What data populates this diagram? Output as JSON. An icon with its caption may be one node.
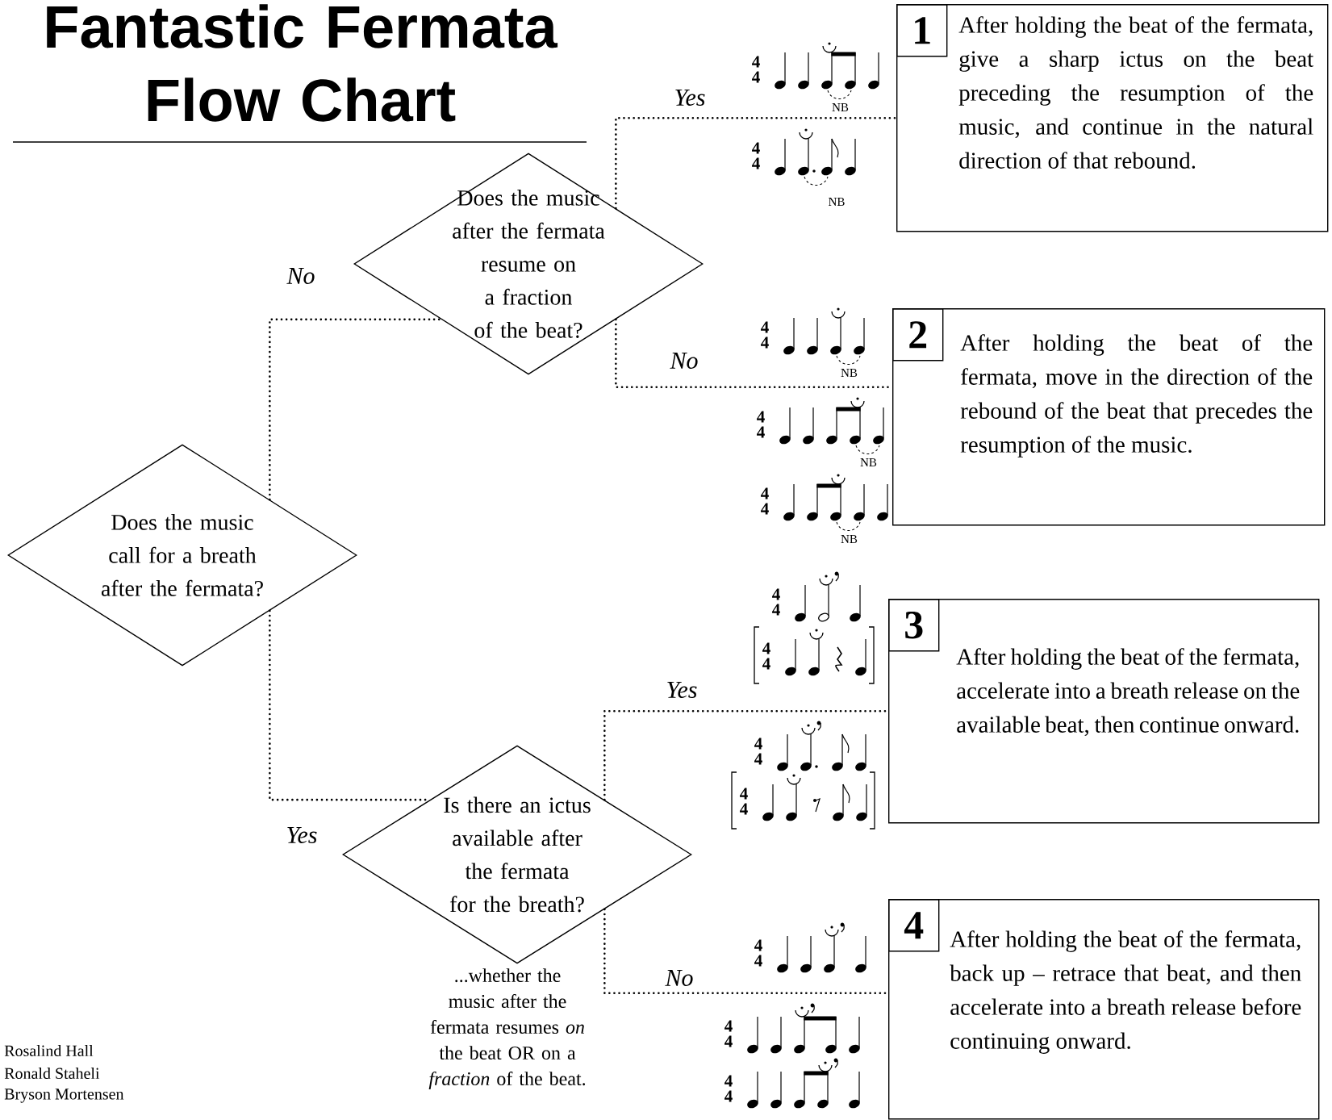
{
  "diagram": {
    "title": "Fantastic Fermata Flow Chart",
    "nodes": [
      {
        "text": [
          "Does the music call for a breath after the fermata?"
        ]
      },
      {
        "text": [
          "Does the music after the fermata resume on a fraction of the beat?"
        ]
      },
      {
        "text": [
          "Is there an ictus available after the fermata for the breath?"
        ],
        "beside": [
          "...whether the music after the fermata resumes *on* the beat OR on a *fraction* of the beat."
        ]
      },
      {
        "text": [
          "1",
          "After holding the beat of the fermata, give a sharp ictus on the beat preceding the resumption of the music, and continue in the natural direction of that rebound."
        ]
      },
      {
        "text": [
          "2",
          "After holding the beat of the fermata, move in the direction of the rebound of the beat that precedes the resumption of the music."
        ]
      },
      {
        "text": [
          "3",
          "After holding the beat of the fermata, accelerate into a breath release on the available beat, then continue onward."
        ]
      },
      {
        "text": [
          "4",
          "After holding the beat of the fermata, back up – retrace that beat, and then accelerate into a breath release before continuing onward."
        ]
      }
    ],
    "edges": [
      {
        "from": 0,
        "to": 1,
        "arrow": "none",
        "label": "No"
      },
      {
        "from": 0,
        "to": 2,
        "arrow": "none",
        "label": "Yes"
      },
      {
        "from": 1,
        "to": 3,
        "arrow": "none",
        "label": "Yes"
      },
      {
        "from": 1,
        "to": 4,
        "arrow": "none",
        "label": "No"
      },
      {
        "from": 2,
        "to": 5,
        "arrow": "none",
        "label": "Yes"
      },
      {
        "from": 2,
        "to": 6,
        "arrow": "none",
        "label": "No"
      }
    ],
    "labels": [
      "4",
      "4",
      "NB",
      "4",
      "4",
      "NB",
      "4",
      "4",
      "NB",
      "4",
      "4",
      "NB",
      "4",
      "4",
      "NB",
      "4",
      "4",
      "4",
      "4",
      "4",
      "4",
      "4",
      "4",
      "4",
      "4",
      "4",
      "4",
      "4",
      "4",
      "Rosalind Hall",
      "Ronald Staheli",
      "Bryson Mortensen"
    ]
  }
}
